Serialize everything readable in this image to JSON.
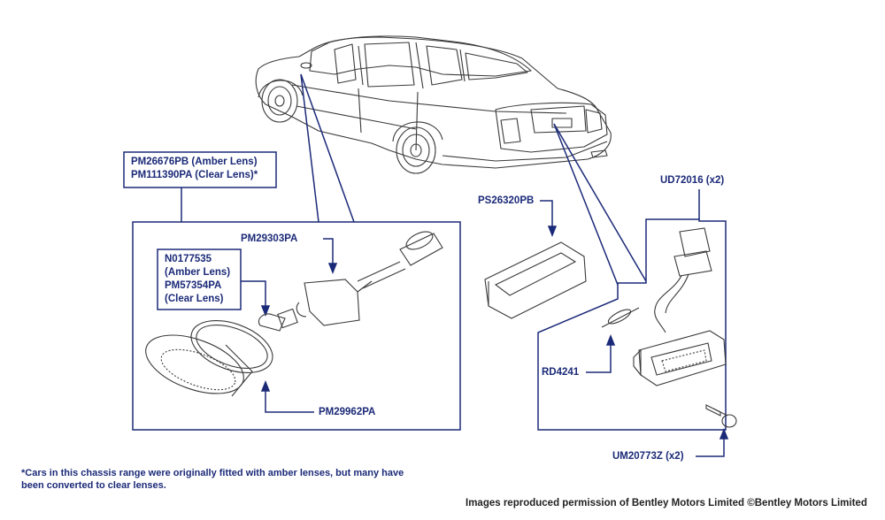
{
  "colors": {
    "leader": "#1b2a78",
    "linework": "#3a3a3a"
  },
  "labels": {
    "side_repeater_line1": "PM26676PB (Amber Lens)",
    "side_repeater_line2": "PM111390PA (Clear Lens)*",
    "holder": "PM29303PA",
    "bulb_line1": "N0177535",
    "bulb_line2": "(Amber Lens)",
    "bulb_line3": "PM57354PA",
    "bulb_line4": "(Clear Lens)",
    "gasket": "PM29962PA",
    "plate_lamp_lens": "PS26320PB",
    "connector": "UD72016 (x2)",
    "festoon_bulb": "RD4241",
    "screw": "UM20773Z (x2)"
  },
  "footnote": {
    "line1": "*Cars in this chassis range were originally fitted with amber lenses, but many have",
    "line2": "been converted to clear lenses."
  },
  "credit": "Images reproduced permission of Bentley Motors Limited ©Bentley Motors Limited"
}
